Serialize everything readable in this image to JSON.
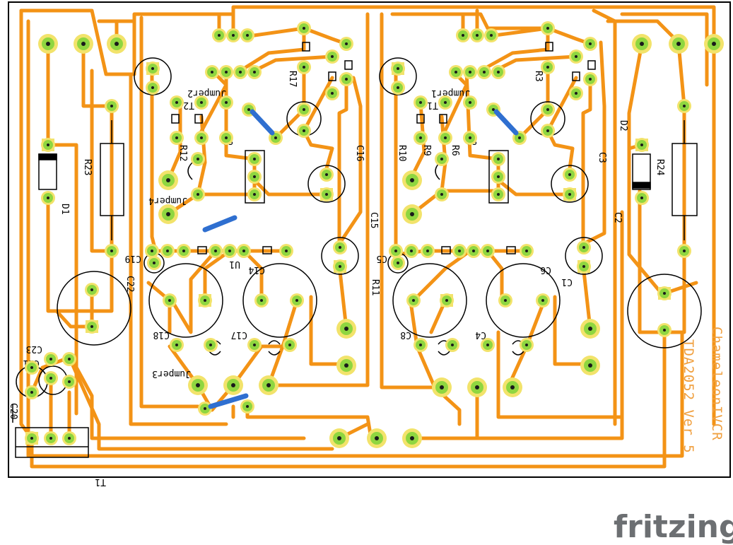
{
  "colors": {
    "trace": "#f39316",
    "pad_outer": "#f2e36b",
    "pad_inner": "#8fd640",
    "jumper": "#2f6fd0",
    "board_outline": "#000000",
    "silkscreen": "#000000",
    "board_text": "#f0a040",
    "logo": "#6c6f72"
  },
  "labels": {
    "r23": "R23",
    "r24": "R24",
    "d1": "D1",
    "d2": "D2",
    "r17": "R17",
    "r3": "R3",
    "r12": "R12",
    "r9": "R9",
    "r11": "R11",
    "r6": "R6",
    "r10": "R10",
    "c22": "C22",
    "c23": "C23",
    "c5": "C5",
    "c8": "C8",
    "c18": "C18",
    "c17": "C17",
    "c14": "C14",
    "c15": "C15",
    "c4": "C4",
    "c6": "C6",
    "c3": "C3",
    "c1": "C1",
    "c2": "C2",
    "c16": "C16",
    "c19": "C19",
    "c20": "C20",
    "c21": "C21",
    "s1": "S1",
    "s2": "S2",
    "t1": "T1",
    "t2": "T2",
    "jumper_top_left": "Jumper2",
    "jumper_top_right": "Jumper1",
    "jumper_mid_left": "Jumper4",
    "jumper_bottom_left": "Jumper3",
    "u1": "U1"
  },
  "board_text": {
    "line1": "TDA2052 Ver 5",
    "line2": "ChameleonIVCR"
  },
  "logo": "fritzing"
}
